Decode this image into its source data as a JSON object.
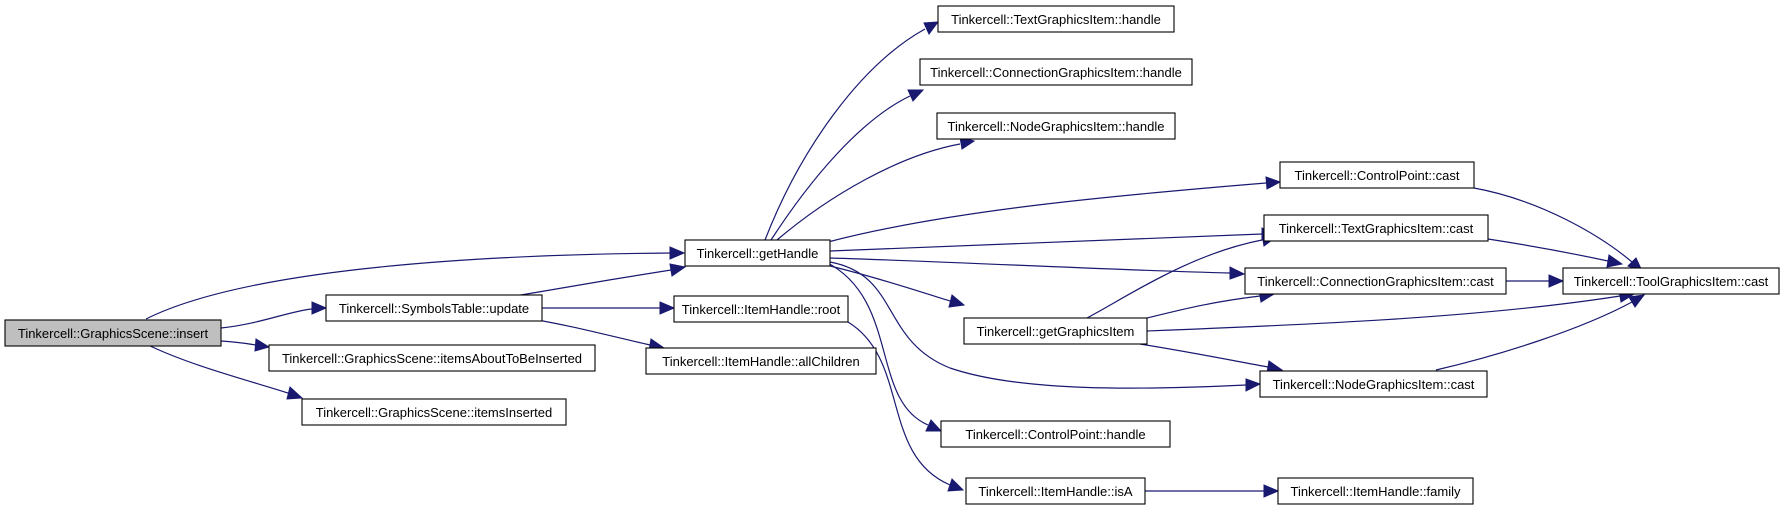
{
  "nodes": {
    "n_insert": "Tinkercell::GraphicsScene::insert",
    "n_gethandle": "Tinkercell::getHandle",
    "n_symupdate": "Tinkercell::SymbolsTable::update",
    "n_aboutins": "Tinkercell::GraphicsScene::itemsAboutToBeInserted",
    "n_inserted": "Tinkercell::GraphicsScene::itemsInserted",
    "n_textgi_handle": "Tinkercell::TextGraphicsItem::handle",
    "n_conngi_handle": "Tinkercell::ConnectionGraphicsItem::handle",
    "n_nodegi_handle": "Tinkercell::NodeGraphicsItem::handle",
    "n_cp_cast": "Tinkercell::ControlPoint::cast",
    "n_textgi_cast": "Tinkercell::TextGraphicsItem::cast",
    "n_conngi_cast": "Tinkercell::ConnectionGraphicsItem::cast",
    "n_toolgi_cast": "Tinkercell::ToolGraphicsItem::cast",
    "n_getgi": "Tinkercell::getGraphicsItem",
    "n_nodegi_cast": "Tinkercell::NodeGraphicsItem::cast",
    "n_ih_root": "Tinkercell::ItemHandle::root",
    "n_ih_allchildren": "Tinkercell::ItemHandle::allChildren",
    "n_cp_handle": "Tinkercell::ControlPoint::handle",
    "n_ih_isa": "Tinkercell::ItemHandle::isA",
    "n_ih_family": "Tinkercell::ItemHandle::family"
  },
  "colors": {
    "edge": "#191970",
    "root_fill": "#bfbfbf",
    "node_fill": "#ffffff",
    "border": "#000000"
  }
}
